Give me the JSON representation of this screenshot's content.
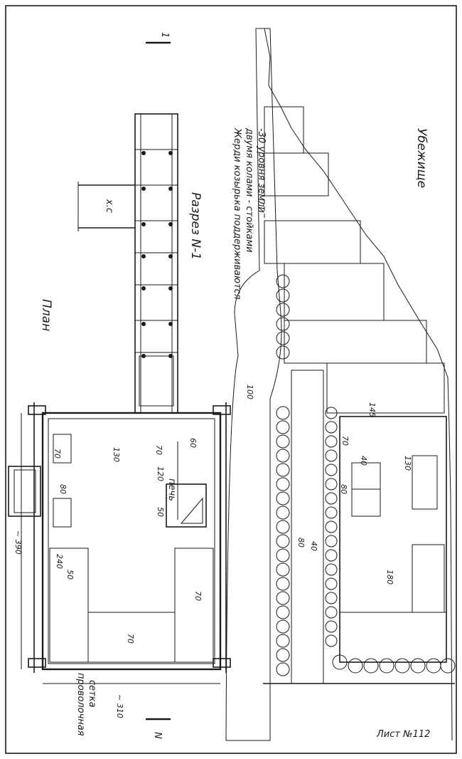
{
  "sheet": {
    "plan_title": "План",
    "section_title": "Разрез N-1",
    "shelter_title": "Убежище",
    "section_mark": "1",
    "section_mark_bottom": "N",
    "sheet_number": "Лист №112",
    "note_line1": "Жерди козырька поддерживаются",
    "note_line2": "двумя колами - стойками",
    "note_line3": "-30 уровня земли",
    "passage_label": "х.с",
    "stove_label": "печь",
    "mesh_label": "проволочная",
    "mesh_label2": "сетка"
  },
  "dimensions": {
    "overall_length": "~ 390",
    "overall_width": "~ 310",
    "d130": "130",
    "d70a": "70",
    "d60": "60",
    "d120": "120",
    "d50": "50",
    "d80": "80",
    "d70b": "70",
    "d240": "240",
    "d50b": "50",
    "d70c": "70",
    "d70d": "70",
    "d100": "100",
    "d80b": "80",
    "d40": "40",
    "d145": "145",
    "d70e": "70",
    "d40b": "40",
    "d130b": "130",
    "d80c": "80",
    "d180": "180"
  },
  "colors": {
    "ink": "#1a1a1a",
    "paper": "#ffffff"
  }
}
